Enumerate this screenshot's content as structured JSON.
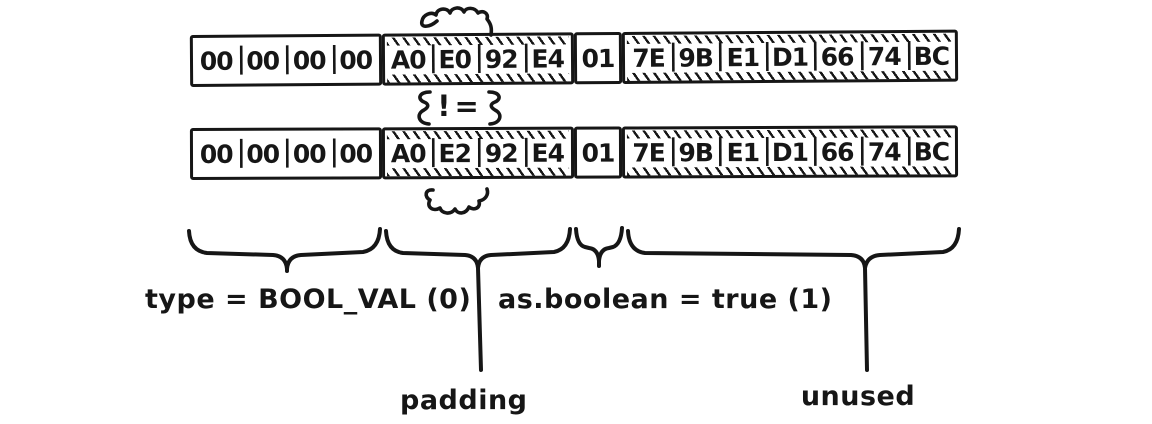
{
  "memory_rows": [
    {
      "sections": [
        {
          "field": "type",
          "hatched": false,
          "bytes": [
            "00",
            "00",
            "00",
            "00"
          ]
        },
        {
          "field": "padding",
          "hatched": true,
          "bytes": [
            "A0",
            "E0",
            "92",
            "E4"
          ]
        },
        {
          "field": "as.boolean",
          "hatched": false,
          "bytes": [
            "01"
          ]
        },
        {
          "field": "unused",
          "hatched": true,
          "bytes": [
            "7E",
            "9B",
            "E1",
            "D1",
            "66",
            "74",
            "BC"
          ]
        }
      ]
    },
    {
      "sections": [
        {
          "field": "type",
          "hatched": false,
          "bytes": [
            "00",
            "00",
            "00",
            "00"
          ]
        },
        {
          "field": "padding",
          "hatched": true,
          "bytes": [
            "A0",
            "E2",
            "92",
            "E4"
          ]
        },
        {
          "field": "as.boolean",
          "hatched": false,
          "bytes": [
            "01"
          ]
        },
        {
          "field": "unused",
          "hatched": true,
          "bytes": [
            "7E",
            "9B",
            "E1",
            "D1",
            "66",
            "74",
            "BC"
          ]
        }
      ]
    }
  ],
  "comparison": {
    "operator": "!="
  },
  "labels": {
    "type_field": "type = BOOL_VAL (0)",
    "boolean_field": "as.boolean = true (1)",
    "padding": "padding",
    "unused": "unused"
  },
  "colors": {
    "ink": "#161616",
    "background": "#ffffff"
  }
}
